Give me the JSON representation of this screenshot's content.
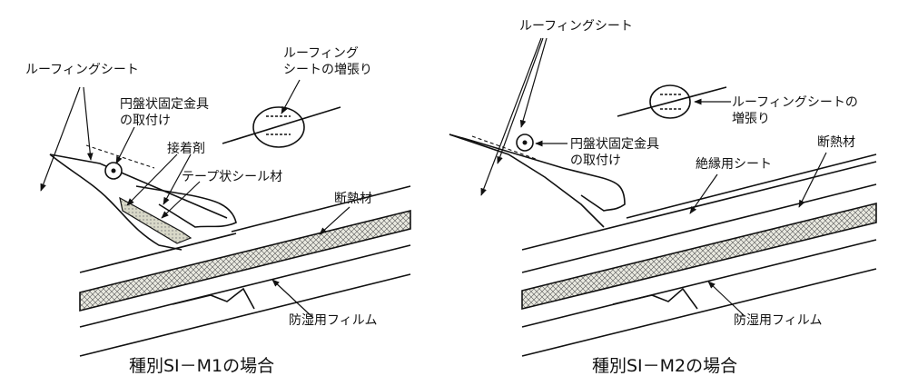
{
  "left_panel": {
    "label_roofing_sheet": "ルーフィングシート",
    "label_disc_fastener": "円盤状固定金具\nの取付け",
    "label_adhesive": "接着剤",
    "label_tape_seal": "テープ状シール材",
    "label_overlap": "ルーフィング\nシートの増張り",
    "label_insulation": "断熱材",
    "label_vapor_film": "防湿用フィルム",
    "caption": "種別SI－M1の場合"
  },
  "right_panel": {
    "label_roofing_sheet": "ルーフィングシート",
    "label_overlap": "ルーフィングシートの\n増張り",
    "label_disc_fastener": "円盤状固定金具\nの取付け",
    "label_insulation": "断熱材",
    "label_insulating_sheet": "絶縁用シート",
    "label_vapor_film": "防湿用フィルム",
    "caption": "種別SI－M2の場合"
  }
}
